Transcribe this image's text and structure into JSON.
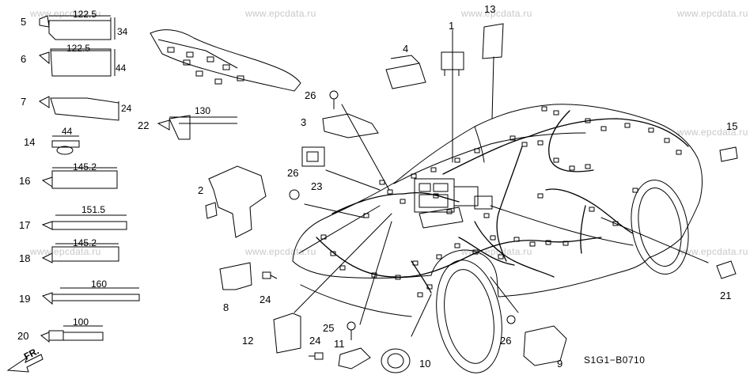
{
  "watermarks": [
    "www.epcdata.ru",
    "www.epcdata.ru",
    "www.epcdata.ru",
    "www.epcdata.ru",
    "www.epcdata.ru",
    "www.epcdata.ru",
    "www.epcdata.ru",
    "www.epcdata.ru",
    "www.epcdata.ru"
  ],
  "callouts": {
    "c1": "1",
    "c2": "2",
    "c3": "3",
    "c4": "4",
    "c5": "5",
    "c6": "6",
    "c7": "7",
    "c8": "8",
    "c9": "9",
    "c10": "10",
    "c11": "11",
    "c12": "12",
    "c13": "13",
    "c14": "14",
    "c15": "15",
    "c16": "16",
    "c17": "17",
    "c18": "18",
    "c19": "19",
    "c20": "20",
    "c21": "21",
    "c22": "22",
    "c23": "23",
    "c24a": "24",
    "c24b": "24",
    "c25": "25",
    "c26a": "26",
    "c26b": "26",
    "c26c": "26"
  },
  "dimensions": {
    "d5_len": "122.5",
    "d5_h": "34",
    "d6_len": "122.5",
    "d6_h": "44",
    "d7_h": "24",
    "d14_len": "44",
    "d16_len": "145.2",
    "d17_len": "151.5",
    "d18_len": "145.2",
    "d19_len": "160",
    "d20_len": "100",
    "d22_len": "130"
  },
  "direction_label": "FR.",
  "diagram_code": "S1G1−B0710"
}
